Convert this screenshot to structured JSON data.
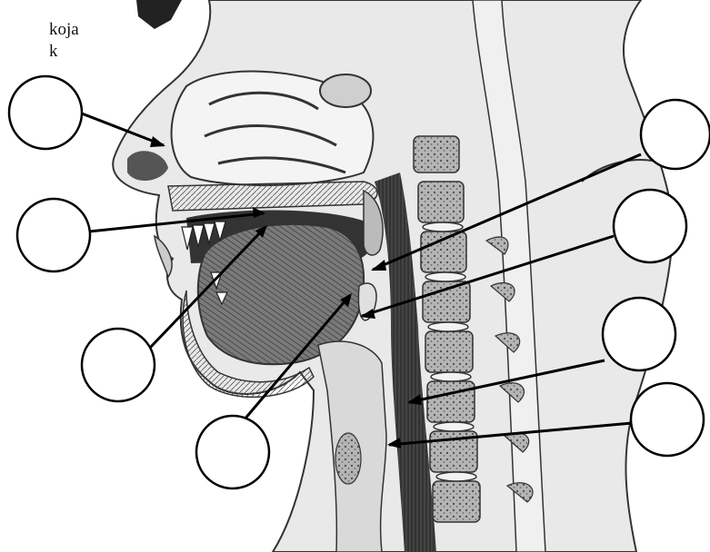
{
  "header_text": {
    "line1": "koja",
    "line2": "k"
  },
  "figure": {
    "subject": "sagittal-section-head-neck",
    "label_circles": [
      {
        "id": "label-1",
        "text": ""
      },
      {
        "id": "label-2",
        "text": ""
      },
      {
        "id": "label-3",
        "text": ""
      },
      {
        "id": "label-4",
        "text": ""
      },
      {
        "id": "label-5",
        "text": ""
      },
      {
        "id": "label-6",
        "text": ""
      },
      {
        "id": "label-7",
        "text": ""
      },
      {
        "id": "label-8",
        "text": ""
      }
    ]
  },
  "colors": {
    "ink": "#111111",
    "muscle": "#6e6e6e",
    "tissue": "#d9d9d9",
    "bone": "#bdbdbd"
  }
}
